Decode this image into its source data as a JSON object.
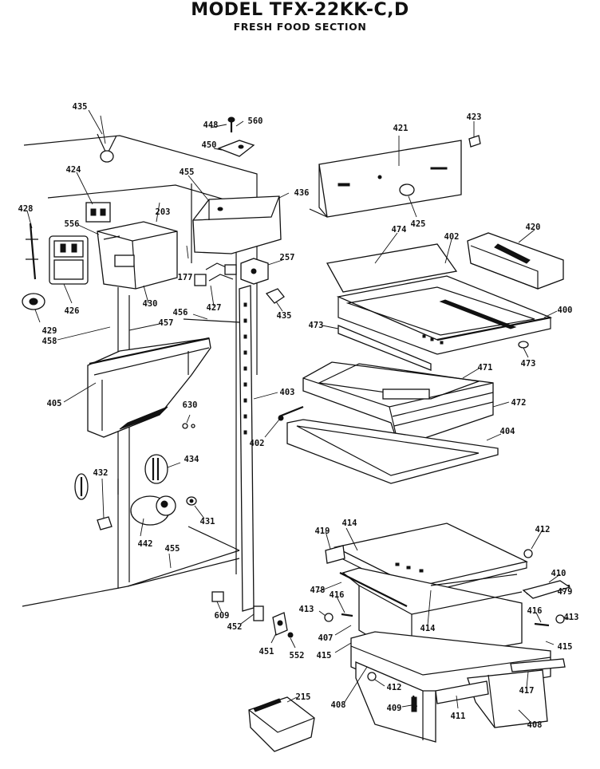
{
  "header": {
    "title": "MODEL TFX-22KK-C,D",
    "subtitle": "FRESH FOOD SECTION"
  },
  "callouts": [
    {
      "id": "435a",
      "label": "435"
    },
    {
      "id": "448",
      "label": "448"
    },
    {
      "id": "560",
      "label": "560"
    },
    {
      "id": "421",
      "label": "421"
    },
    {
      "id": "423",
      "label": "423"
    },
    {
      "id": "450",
      "label": "450"
    },
    {
      "id": "424",
      "label": "424"
    },
    {
      "id": "455a",
      "label": "455"
    },
    {
      "id": "436",
      "label": "436"
    },
    {
      "id": "428",
      "label": "428"
    },
    {
      "id": "203",
      "label": "203"
    },
    {
      "id": "425",
      "label": "425"
    },
    {
      "id": "556",
      "label": "556"
    },
    {
      "id": "474",
      "label": "474"
    },
    {
      "id": "402a",
      "label": "402"
    },
    {
      "id": "420",
      "label": "420"
    },
    {
      "id": "257",
      "label": "257"
    },
    {
      "id": "426",
      "label": "426"
    },
    {
      "id": "177",
      "label": "177"
    },
    {
      "id": "430",
      "label": "430"
    },
    {
      "id": "427",
      "label": "427"
    },
    {
      "id": "429",
      "label": "429"
    },
    {
      "id": "456",
      "label": "456"
    },
    {
      "id": "435b",
      "label": "435"
    },
    {
      "id": "400",
      "label": "400"
    },
    {
      "id": "458",
      "label": "458"
    },
    {
      "id": "457",
      "label": "457"
    },
    {
      "id": "473a",
      "label": "473"
    },
    {
      "id": "473b",
      "label": "473"
    },
    {
      "id": "471",
      "label": "471"
    },
    {
      "id": "405",
      "label": "405"
    },
    {
      "id": "403",
      "label": "403"
    },
    {
      "id": "472",
      "label": "472"
    },
    {
      "id": "630",
      "label": "630"
    },
    {
      "id": "402b",
      "label": "402"
    },
    {
      "id": "404",
      "label": "404"
    },
    {
      "id": "434",
      "label": "434"
    },
    {
      "id": "432",
      "label": "432"
    },
    {
      "id": "431",
      "label": "431"
    },
    {
      "id": "442",
      "label": "442"
    },
    {
      "id": "419",
      "label": "419"
    },
    {
      "id": "414a",
      "label": "414"
    },
    {
      "id": "412a",
      "label": "412"
    },
    {
      "id": "455b",
      "label": "455"
    },
    {
      "id": "410",
      "label": "410"
    },
    {
      "id": "478",
      "label": "478"
    },
    {
      "id": "416a",
      "label": "416"
    },
    {
      "id": "479",
      "label": "479"
    },
    {
      "id": "609",
      "label": "609"
    },
    {
      "id": "413a",
      "label": "413"
    },
    {
      "id": "414b",
      "label": "414"
    },
    {
      "id": "416b",
      "label": "416"
    },
    {
      "id": "413b",
      "label": "413"
    },
    {
      "id": "452",
      "label": "452"
    },
    {
      "id": "407",
      "label": "407"
    },
    {
      "id": "415a",
      "label": "415"
    },
    {
      "id": "451",
      "label": "451"
    },
    {
      "id": "552",
      "label": "552"
    },
    {
      "id": "415b",
      "label": "415"
    },
    {
      "id": "412b",
      "label": "412"
    },
    {
      "id": "417",
      "label": "417"
    },
    {
      "id": "408a",
      "label": "408"
    },
    {
      "id": "409",
      "label": "409"
    },
    {
      "id": "411",
      "label": "411"
    },
    {
      "id": "408b",
      "label": "408"
    },
    {
      "id": "215",
      "label": "215"
    }
  ]
}
